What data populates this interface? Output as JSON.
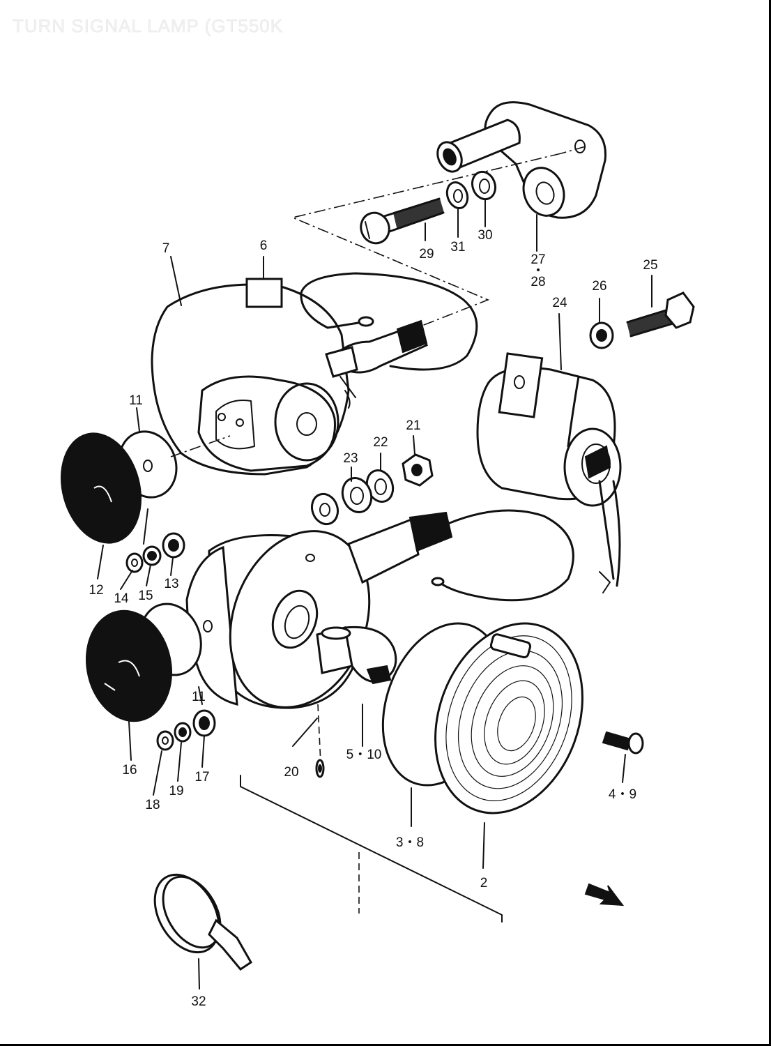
{
  "title": "TURN SIGNAL LAMP (GT550K",
  "labels": {
    "p2": "2",
    "p3_8": "3・8",
    "p4_9": "4・9",
    "p5_10": "5・10",
    "p6": "6",
    "p7": "7",
    "p11a": "11",
    "p11b": "11",
    "p12": "12",
    "p13": "13",
    "p14": "14",
    "p15": "15",
    "p16": "16",
    "p17": "17",
    "p18": "18",
    "p19": "19",
    "p20": "20",
    "p21": "21",
    "p22": "22",
    "p23": "23",
    "p24": "24",
    "p25": "25",
    "p26": "26",
    "p27": "27",
    "p28": "28",
    "p29": "29",
    "p30": "30",
    "p31": "31",
    "p32": "32"
  }
}
